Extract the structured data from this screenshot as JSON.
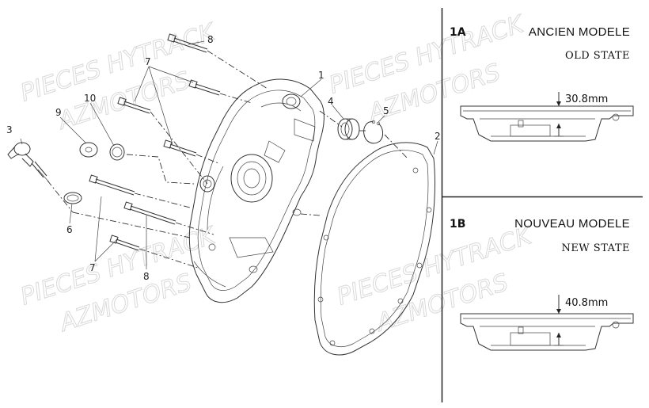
{
  "watermark": {
    "line1": "PIECES HYTRACK",
    "line2": "AZMOTORS"
  },
  "callouts": [
    "1",
    "2",
    "3",
    "4",
    "5",
    "6",
    "7",
    "7",
    "8",
    "8",
    "9",
    "10"
  ],
  "panel_a": {
    "id": "1A",
    "title_fr": "ANCIEN MODELE",
    "title_en": "OLD STATE",
    "dimension": "30.8mm"
  },
  "panel_b": {
    "id": "1B",
    "title_fr": "NOUVEAU MODELE",
    "title_en": "NEW STATE",
    "dimension": "40.8mm"
  }
}
